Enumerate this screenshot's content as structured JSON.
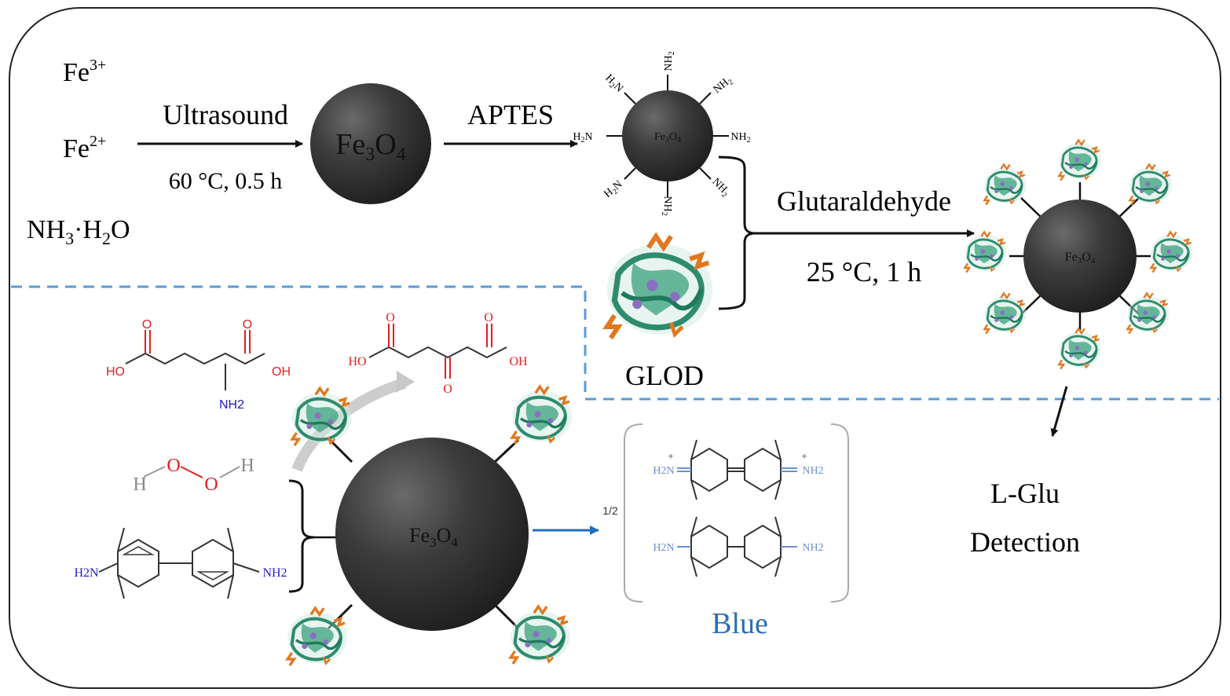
{
  "top": {
    "ions": {
      "fe3": "Fe",
      "fe3_sup": "3+",
      "fe2": "Fe",
      "fe2_sup": "2+",
      "nh3_a": "NH",
      "nh3_sub": "3",
      "nh3_dot": "·H",
      "h2o_sub": "2",
      "h2o_o": "O"
    },
    "step1": {
      "label": "Ultrasound",
      "condition": "60 °C, 0.5 h"
    },
    "particle_small": {
      "fe": "Fe",
      "sub3": "3",
      "o": "O",
      "sub4": "4"
    },
    "step2": {
      "label": "APTES"
    },
    "amine_particle": {
      "nh2": "NH",
      "sub2": "2",
      "h2n_h": "H",
      "h2n_n": "N"
    },
    "step3": {
      "label": "Glutaraldehyde",
      "condition": "25 °C, 1 h"
    },
    "enzyme_label": "GLOD"
  },
  "bottom": {
    "glu": {
      "ho": "HO",
      "oh": "OH",
      "o": "O",
      "nh2": "NH2"
    },
    "akg": {
      "ho": "HO",
      "oh": "OH",
      "o": "O"
    },
    "h2o2": {
      "h": "H",
      "o": "O"
    },
    "tmb": {
      "h2n": "H2N",
      "nh2": "NH2"
    },
    "fraction": "1/2",
    "blue_label": "Blue",
    "product": {
      "h2n_plus": "H2N",
      "nh2_plus": "NH2",
      "plus": "+",
      "h2n": "H2N",
      "nh2": "NH2"
    }
  },
  "detection": {
    "line1": "L-Glu",
    "line2": "Detection"
  },
  "colors": {
    "particle": "#3a3a3a",
    "dashed": "#5b9bd5",
    "blue_text": "#2a6fb0",
    "nitrogen": "#2020c0",
    "oxygen": "#e02020",
    "enzyme_green": "#2e8b6e",
    "enzyme_orange": "#e07820"
  }
}
